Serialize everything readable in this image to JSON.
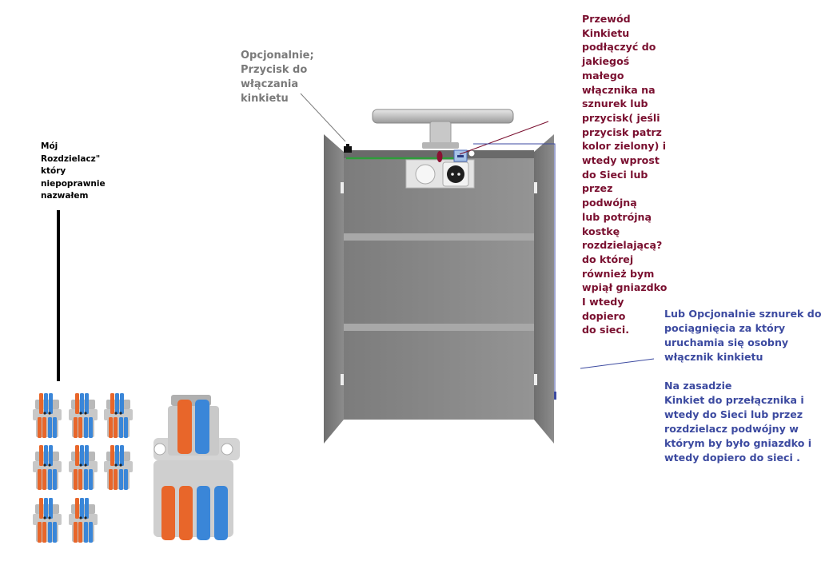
{
  "notes": {
    "my_splitter": "Mój\nRozdzielacz\"\nktóry\nniepoprawnie\nnazwałem",
    "optional_button": "Opcjonalnie;\nPrzycisk do\nwłączania\nkinkietu",
    "cable_instructions": "Przewód\nKinkietu\npodłączyć do\njakiegoś\nmałego\nwłącznika na\nsznurek lub\nprzycisk( jeśli\nprzycisk patrz\nkolor zielony) i\nwtedy  wprost\ndo Sieci lub\nprzez podwójną\nlub potrójną\nkostkę\nrozdzielającą?\ndo której\nrównież bym\nwpiął gniazdko\nI wtedy dopiero\ndo sieci.",
    "cord_alternative": "Lub Opcjonalnie sznurek do\npociągnięcia za który\nuruchamia się osobny\nwłącznik  kinkietu\n\nNa zasadzie\nKinkiet do przełącznika i\nwtedy do Sieci lub przez\nrozdzielacz podwójny w\nktórym by było gniazdko i\nwtedy dopiero do sieci ."
  },
  "colors": {
    "gray_note": "#7a7a7a",
    "red_note": "#7a1030",
    "blue_note": "#3c4aa0",
    "green_wire": "#2e9d3a",
    "orange_lever": "#e8662a",
    "blue_lever": "#3a86d8",
    "cabinet_gray": "#8a8a8a"
  }
}
